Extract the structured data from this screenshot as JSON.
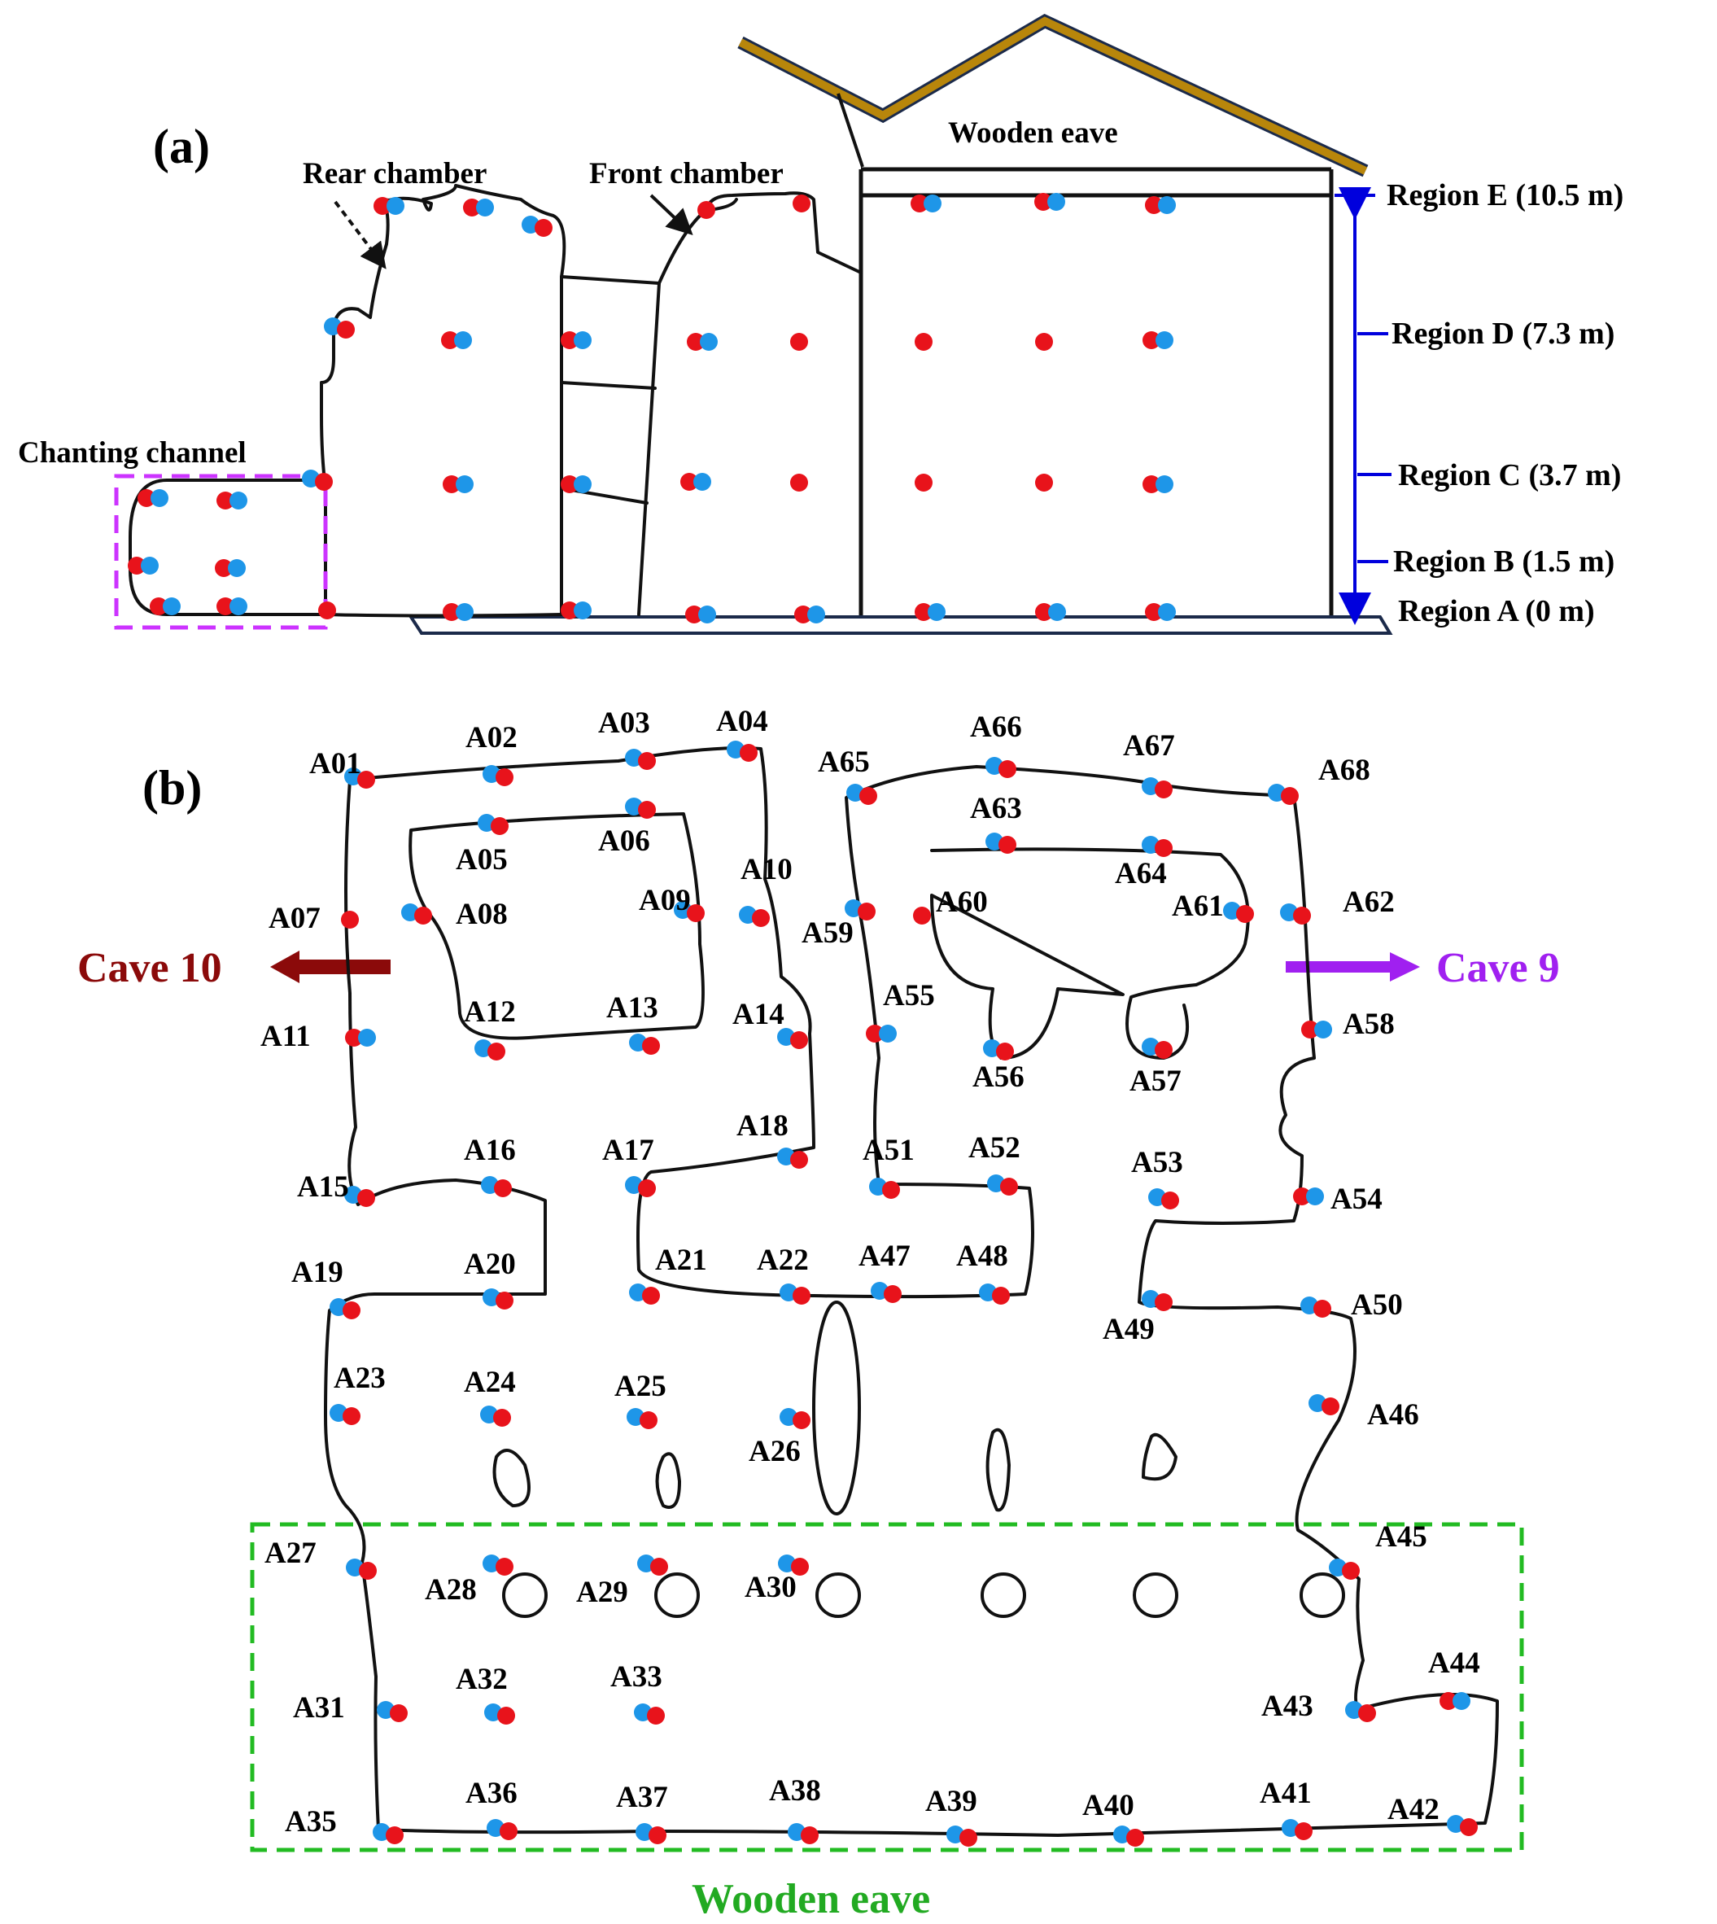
{
  "panel_a": {
    "label": "(a)",
    "rear_chamber": "Rear chamber",
    "front_chamber": "Front chamber",
    "wooden_eave": "Wooden eave",
    "chanting_channel": "Chanting channel",
    "regions": [
      {
        "label": "Region E (10.5 m)"
      },
      {
        "label": "Region D (7.3 m)"
      },
      {
        "label": "Region C (3.7 m)"
      },
      {
        "label": "Region B (1.5 m)"
      },
      {
        "label": "Region A (0 m)"
      }
    ]
  },
  "panel_b": {
    "label": "(b)",
    "cave_left": "Cave 10",
    "cave_right": "Cave 9",
    "wooden_eave": "Wooden eave",
    "points": [
      "A01",
      "A02",
      "A03",
      "A04",
      "A05",
      "A06",
      "A07",
      "A08",
      "A09",
      "A10",
      "A11",
      "A12",
      "A13",
      "A14",
      "A15",
      "A16",
      "A17",
      "A18",
      "A19",
      "A20",
      "A21",
      "A22",
      "A23",
      "A24",
      "A25",
      "A26",
      "A27",
      "A28",
      "A29",
      "A30",
      "A31",
      "A32",
      "A33",
      "A35",
      "A36",
      "A37",
      "A38",
      "A39",
      "A40",
      "A41",
      "A42",
      "A43",
      "A44",
      "A45",
      "A46",
      "A47",
      "A48",
      "A49",
      "A50",
      "A51",
      "A52",
      "A53",
      "A54",
      "A55",
      "A56",
      "A57",
      "A58",
      "A59",
      "A60",
      "A61",
      "A62",
      "A63",
      "A64",
      "A65",
      "A66",
      "A67",
      "A68"
    ]
  },
  "colors": {
    "red_marker": "#e8131b",
    "blue_marker": "#1e96e8",
    "region_arrow": "#0000dd",
    "cave10": "#8b0a0a",
    "cave9": "#a020f0",
    "eave_box": "#22bb22",
    "channel_box": "#cc33ff",
    "roof": "#b8860b"
  }
}
